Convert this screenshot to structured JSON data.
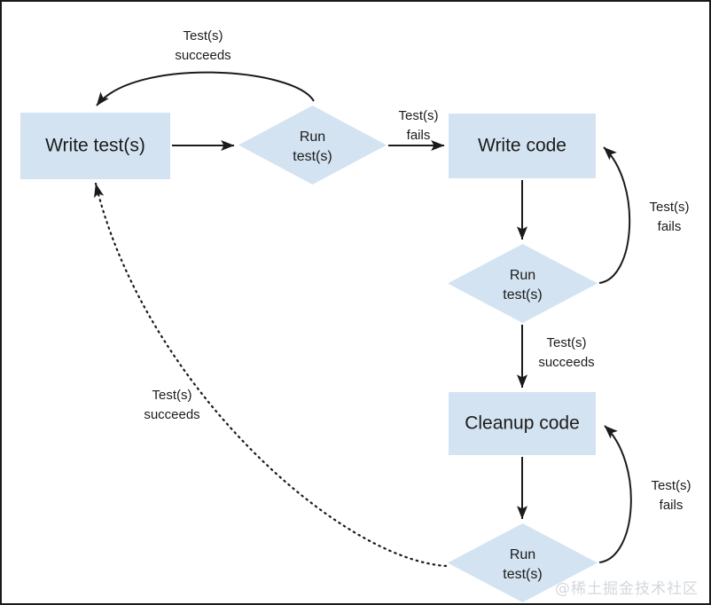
{
  "diagram": {
    "title": "TDD cycle flowchart",
    "colors": {
      "shape_fill": "#d3e3f1",
      "stroke": "#1b1b1b",
      "background": "#ffffff",
      "watermark": "#d2d8de"
    },
    "nodes": [
      {
        "id": "write-tests",
        "type": "process",
        "label": "Write test(s)"
      },
      {
        "id": "run-tests-1",
        "type": "decision",
        "label_line1": "Run",
        "label_line2": "test(s)"
      },
      {
        "id": "write-code",
        "type": "process",
        "label": "Write code"
      },
      {
        "id": "run-tests-2",
        "type": "decision",
        "label_line1": "Run",
        "label_line2": "test(s)"
      },
      {
        "id": "cleanup-code",
        "type": "process",
        "label": "Cleanup code"
      },
      {
        "id": "run-tests-3",
        "type": "decision",
        "label_line1": "Run",
        "label_line2": "test(s)"
      }
    ],
    "edge_labels": [
      {
        "id": "lbl-top-succeeds",
        "line1": "Test(s)",
        "line2": "succeeds"
      },
      {
        "id": "lbl-fails-to-code",
        "line1": "Test(s)",
        "line2": "fails"
      },
      {
        "id": "lbl-code-fails",
        "line1": "Test(s)",
        "line2": "fails"
      },
      {
        "id": "lbl-mid-succeeds",
        "line1": "Test(s)",
        "line2": "succeeds"
      },
      {
        "id": "lbl-cleanup-fails",
        "line1": "Test(s)",
        "line2": "fails"
      },
      {
        "id": "lbl-left-succeeds",
        "line1": "Test(s)",
        "line2": "succeeds"
      }
    ],
    "watermark": "@稀土掘金技术社区"
  }
}
